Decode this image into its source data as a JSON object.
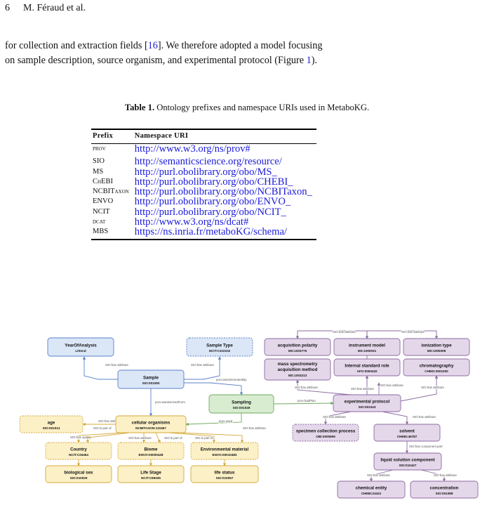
{
  "header": {
    "page_number": "6",
    "authors": "M. Féraud et al."
  },
  "body": {
    "line1_a": "for collection and extraction fields [",
    "line1_cite": "16",
    "line1_b": "]. We therefore adopted a model focusing",
    "line2_a": "on sample description, source organism, and experimental protocol (Figure ",
    "line2_cite": "1",
    "line2_b": ")."
  },
  "table": {
    "caption_label": "Table 1.",
    "caption_text": " Ontology prefixes and namespace URIs used in MetaboKG.",
    "columns": [
      "Prefix",
      "Namespace URI"
    ],
    "rows": [
      {
        "prefix": "prov",
        "uri": "http://www.w3.org/ns/prov#"
      },
      {
        "prefix": "SIO",
        "uri": "http://semanticscience.org/resource/"
      },
      {
        "prefix": "MS",
        "uri": "http://purl.obolibrary.org/obo/MS_"
      },
      {
        "prefix": "ChEBI",
        "uri": "http://purl.obolibrary.org/obo/CHEBI_"
      },
      {
        "prefix": "NCBITaxon",
        "uri": "http://purl.obolibrary.org/obo/NCBITaxon_"
      },
      {
        "prefix": "ENVO",
        "uri": "http://purl.obolibrary.org/obo/ENVO_"
      },
      {
        "prefix": "NCIT",
        "uri": "http://purl.obolibrary.org/obo/NCIT_"
      },
      {
        "prefix": "dcat",
        "uri": "http://www.w3.org/ns/dcat#"
      },
      {
        "prefix": "MBS",
        "uri": "https://ns.inria.fr/metaboKG/schema/"
      }
    ]
  },
  "diagram": {
    "nodes": {
      "year": {
        "title": "YearOfAnalysis",
        "sub": "Litteral",
        "color": "#dbe6f7"
      },
      "sampletype": {
        "title": "Sample Type",
        "sub": "NCIT:C210102",
        "color": "#dbe6f7"
      },
      "sample": {
        "title": "Sample",
        "sub": "SIO:001050",
        "color": "#dbe6f7"
      },
      "sampling": {
        "title": "Sampling",
        "sub": "SIO:001049",
        "color": "#d8eccf"
      },
      "age": {
        "title": "age",
        "sub": "SIO:001013",
        "color": "#fbf0c6"
      },
      "cellular": {
        "title": "cellular organisms",
        "sub": "NCBITAXON:131567",
        "color": "#fbf0c6"
      },
      "country": {
        "title": "Country",
        "sub": "NCIT:C25464",
        "color": "#fbf0c6"
      },
      "biome": {
        "title": "Biome",
        "sub": "ENVO:00000428",
        "color": "#fbf0c6"
      },
      "envmat": {
        "title": "Environmental material",
        "sub": "ENVO:00010483",
        "color": "#fbf0c6"
      },
      "biosex": {
        "title": "biological sex",
        "sub": "SIO:010029",
        "color": "#fbf0c6"
      },
      "lifestage": {
        "title": "Life Stage",
        "sub": "NCIT:C89335",
        "color": "#fbf0c6"
      },
      "lifestatus": {
        "title": "life status",
        "sub": "SIO:010057",
        "color": "#fbf0c6"
      },
      "acqpol": {
        "title": "acquisition polarity",
        "sub": "MS:1003776",
        "color": "#e4d7ea"
      },
      "instrument": {
        "title": "instrument model",
        "sub": "MS:1000031",
        "color": "#e4d7ea"
      },
      "ionization": {
        "title": "ionization type",
        "sub": "MS:1000008",
        "color": "#e4d7ea"
      },
      "msacq": {
        "title": "mass spectrometry acquisition method",
        "sub": "MS:1003213",
        "color": "#e4d7ea"
      },
      "internal": {
        "title": "Internal standard role",
        "sub": "AFO:0000432",
        "color": "#e4d7ea"
      },
      "chromato": {
        "title": "chromatography",
        "sub": "CHMO:0001000",
        "color": "#e4d7ea"
      },
      "expprot": {
        "title": "experimental protocol",
        "sub": "SIO:001043",
        "color": "#e4d7ea"
      },
      "specimen": {
        "title": "specimen collection process",
        "sub": "OBI:0000659",
        "color": "#e4d7ea"
      },
      "solvent": {
        "title": "solvent",
        "sub": "CHEBI:46787",
        "color": "#e4d7ea"
      },
      "liquid": {
        "title": "liquid solution component",
        "sub": "SIO:010427",
        "color": "#e4d7ea"
      },
      "chementity": {
        "title": "chemical entity",
        "sub": "CHEBI:24431",
        "color": "#e4d7ea"
      },
      "concentration": {
        "title": "concentration",
        "sub": "SIO:001088",
        "color": "#e4d7ea"
      }
    },
    "edge_labels": {
      "has_attribute": "SIO:has attribute",
      "was_generated_by": "prov:wasGeneratedBy",
      "was_derived_from": "prov:wasDerivedFrom",
      "used": "prov:used",
      "had_plan": "prov:hadPlan",
      "has_quality": "SIO:has quality",
      "is_part_of": "SIO:is part of",
      "has_component_part": "SIO:has component part"
    },
    "colors": {
      "blue_border": "#5a80c8",
      "green_border": "#70a860",
      "yellow_border": "#d4aa3c",
      "purple_border": "#8c6aa0"
    }
  }
}
